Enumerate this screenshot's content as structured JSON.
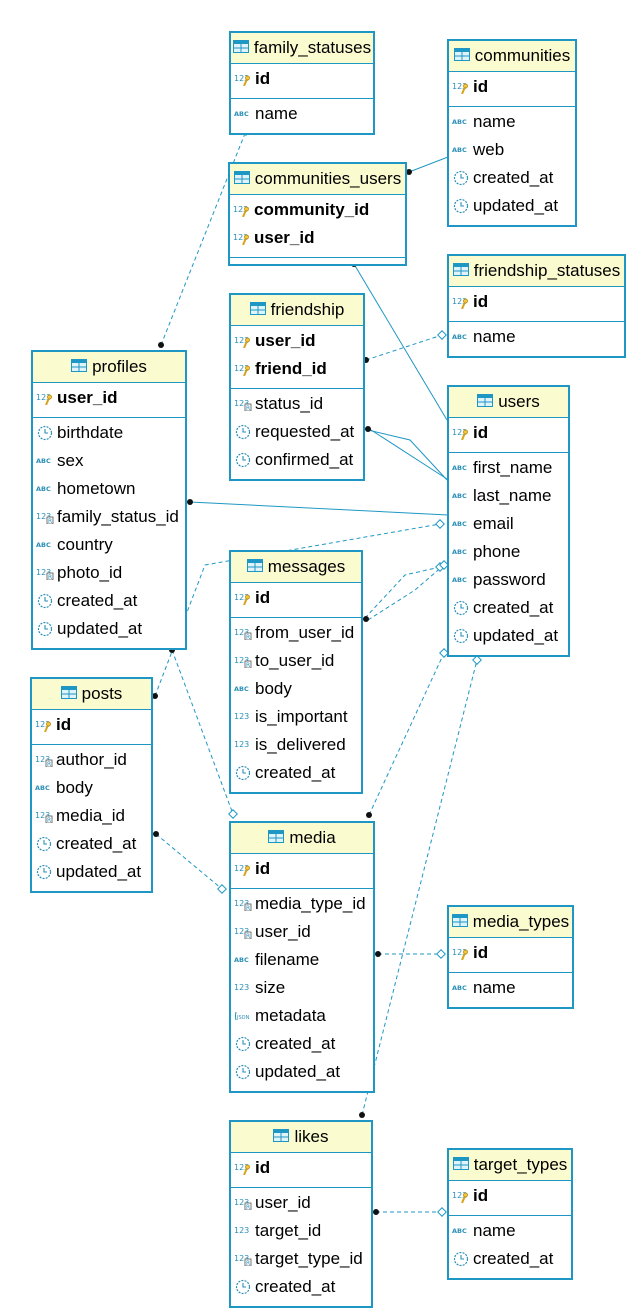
{
  "tables": [
    {
      "id": "family_statuses",
      "title": "family_statuses",
      "sections": [
        [
          {
            "name": "id",
            "type": "num",
            "pk": true
          }
        ],
        [
          {
            "name": "name",
            "type": "txt"
          }
        ]
      ]
    },
    {
      "id": "communities",
      "title": "communities",
      "sections": [
        [
          {
            "name": "id",
            "type": "num",
            "pk": true
          }
        ],
        [
          {
            "name": "name",
            "type": "txt"
          },
          {
            "name": "web",
            "type": "txt"
          },
          {
            "name": "created_at",
            "type": "time"
          },
          {
            "name": "updated_at",
            "type": "time"
          }
        ]
      ]
    },
    {
      "id": "communities_users",
      "title": "communities_users",
      "sections": [
        [
          {
            "name": "community_id",
            "type": "num",
            "pk": true
          },
          {
            "name": "user_id",
            "type": "num",
            "pk": true
          }
        ],
        []
      ]
    },
    {
      "id": "friendship_statuses",
      "title": "friendship_statuses",
      "sections": [
        [
          {
            "name": "id",
            "type": "num",
            "pk": true
          }
        ],
        [
          {
            "name": "name",
            "type": "txt"
          }
        ]
      ]
    },
    {
      "id": "friendship",
      "title": "friendship",
      "sections": [
        [
          {
            "name": "user_id",
            "type": "num",
            "pk": true
          },
          {
            "name": "friend_id",
            "type": "num",
            "pk": true
          }
        ],
        [
          {
            "name": "status_id",
            "type": "fk"
          },
          {
            "name": "requested_at",
            "type": "time"
          },
          {
            "name": "confirmed_at",
            "type": "time"
          }
        ]
      ]
    },
    {
      "id": "profiles",
      "title": "profiles",
      "sections": [
        [
          {
            "name": "user_id",
            "type": "num",
            "pk": true
          }
        ],
        [
          {
            "name": "birthdate",
            "type": "time"
          },
          {
            "name": "sex",
            "type": "txt"
          },
          {
            "name": "hometown",
            "type": "txt"
          },
          {
            "name": "family_status_id",
            "type": "fk"
          },
          {
            "name": "country",
            "type": "txt"
          },
          {
            "name": "photo_id",
            "type": "fk"
          },
          {
            "name": "created_at",
            "type": "time"
          },
          {
            "name": "updated_at",
            "type": "time"
          }
        ]
      ]
    },
    {
      "id": "users",
      "title": "users",
      "sections": [
        [
          {
            "name": "id",
            "type": "num",
            "pk": true
          }
        ],
        [
          {
            "name": "first_name",
            "type": "txt"
          },
          {
            "name": "last_name",
            "type": "txt"
          },
          {
            "name": "email",
            "type": "txt"
          },
          {
            "name": "phone",
            "type": "txt"
          },
          {
            "name": "password",
            "type": "txt"
          },
          {
            "name": "created_at",
            "type": "time"
          },
          {
            "name": "updated_at",
            "type": "time"
          }
        ]
      ]
    },
    {
      "id": "messages",
      "title": "messages",
      "sections": [
        [
          {
            "name": "id",
            "type": "num",
            "pk": true
          }
        ],
        [
          {
            "name": "from_user_id",
            "type": "fk"
          },
          {
            "name": "to_user_id",
            "type": "fk"
          },
          {
            "name": "body",
            "type": "txt"
          },
          {
            "name": "is_important",
            "type": "num"
          },
          {
            "name": "is_delivered",
            "type": "num"
          },
          {
            "name": "created_at",
            "type": "time"
          }
        ]
      ]
    },
    {
      "id": "posts",
      "title": "posts",
      "sections": [
        [
          {
            "name": "id",
            "type": "num",
            "pk": true
          }
        ],
        [
          {
            "name": "author_id",
            "type": "fk"
          },
          {
            "name": "body",
            "type": "txt"
          },
          {
            "name": "media_id",
            "type": "fk"
          },
          {
            "name": "created_at",
            "type": "time"
          },
          {
            "name": "updated_at",
            "type": "time"
          }
        ]
      ]
    },
    {
      "id": "media",
      "title": "media",
      "sections": [
        [
          {
            "name": "id",
            "type": "num",
            "pk": true
          }
        ],
        [
          {
            "name": "media_type_id",
            "type": "fk"
          },
          {
            "name": "user_id",
            "type": "fk"
          },
          {
            "name": "filename",
            "type": "txt"
          },
          {
            "name": "size",
            "type": "num"
          },
          {
            "name": "metadata",
            "type": "json"
          },
          {
            "name": "created_at",
            "type": "time"
          },
          {
            "name": "updated_at",
            "type": "time"
          }
        ]
      ]
    },
    {
      "id": "media_types",
      "title": "media_types",
      "sections": [
        [
          {
            "name": "id",
            "type": "num",
            "pk": true
          }
        ],
        [
          {
            "name": "name",
            "type": "txt"
          }
        ]
      ]
    },
    {
      "id": "likes",
      "title": "likes",
      "sections": [
        [
          {
            "name": "id",
            "type": "num",
            "pk": true
          }
        ],
        [
          {
            "name": "user_id",
            "type": "fk"
          },
          {
            "name": "target_id",
            "type": "num"
          },
          {
            "name": "target_type_id",
            "type": "fk"
          },
          {
            "name": "created_at",
            "type": "time"
          }
        ]
      ]
    },
    {
      "id": "target_types",
      "title": "target_types",
      "sections": [
        [
          {
            "name": "id",
            "type": "num",
            "pk": true
          }
        ],
        [
          {
            "name": "name",
            "type": "txt"
          },
          {
            "name": "created_at",
            "type": "time"
          }
        ]
      ]
    }
  ],
  "colors": {
    "border": "#1f97c4",
    "header_bg": "#fbfbd0",
    "line": "#1f97c4"
  }
}
